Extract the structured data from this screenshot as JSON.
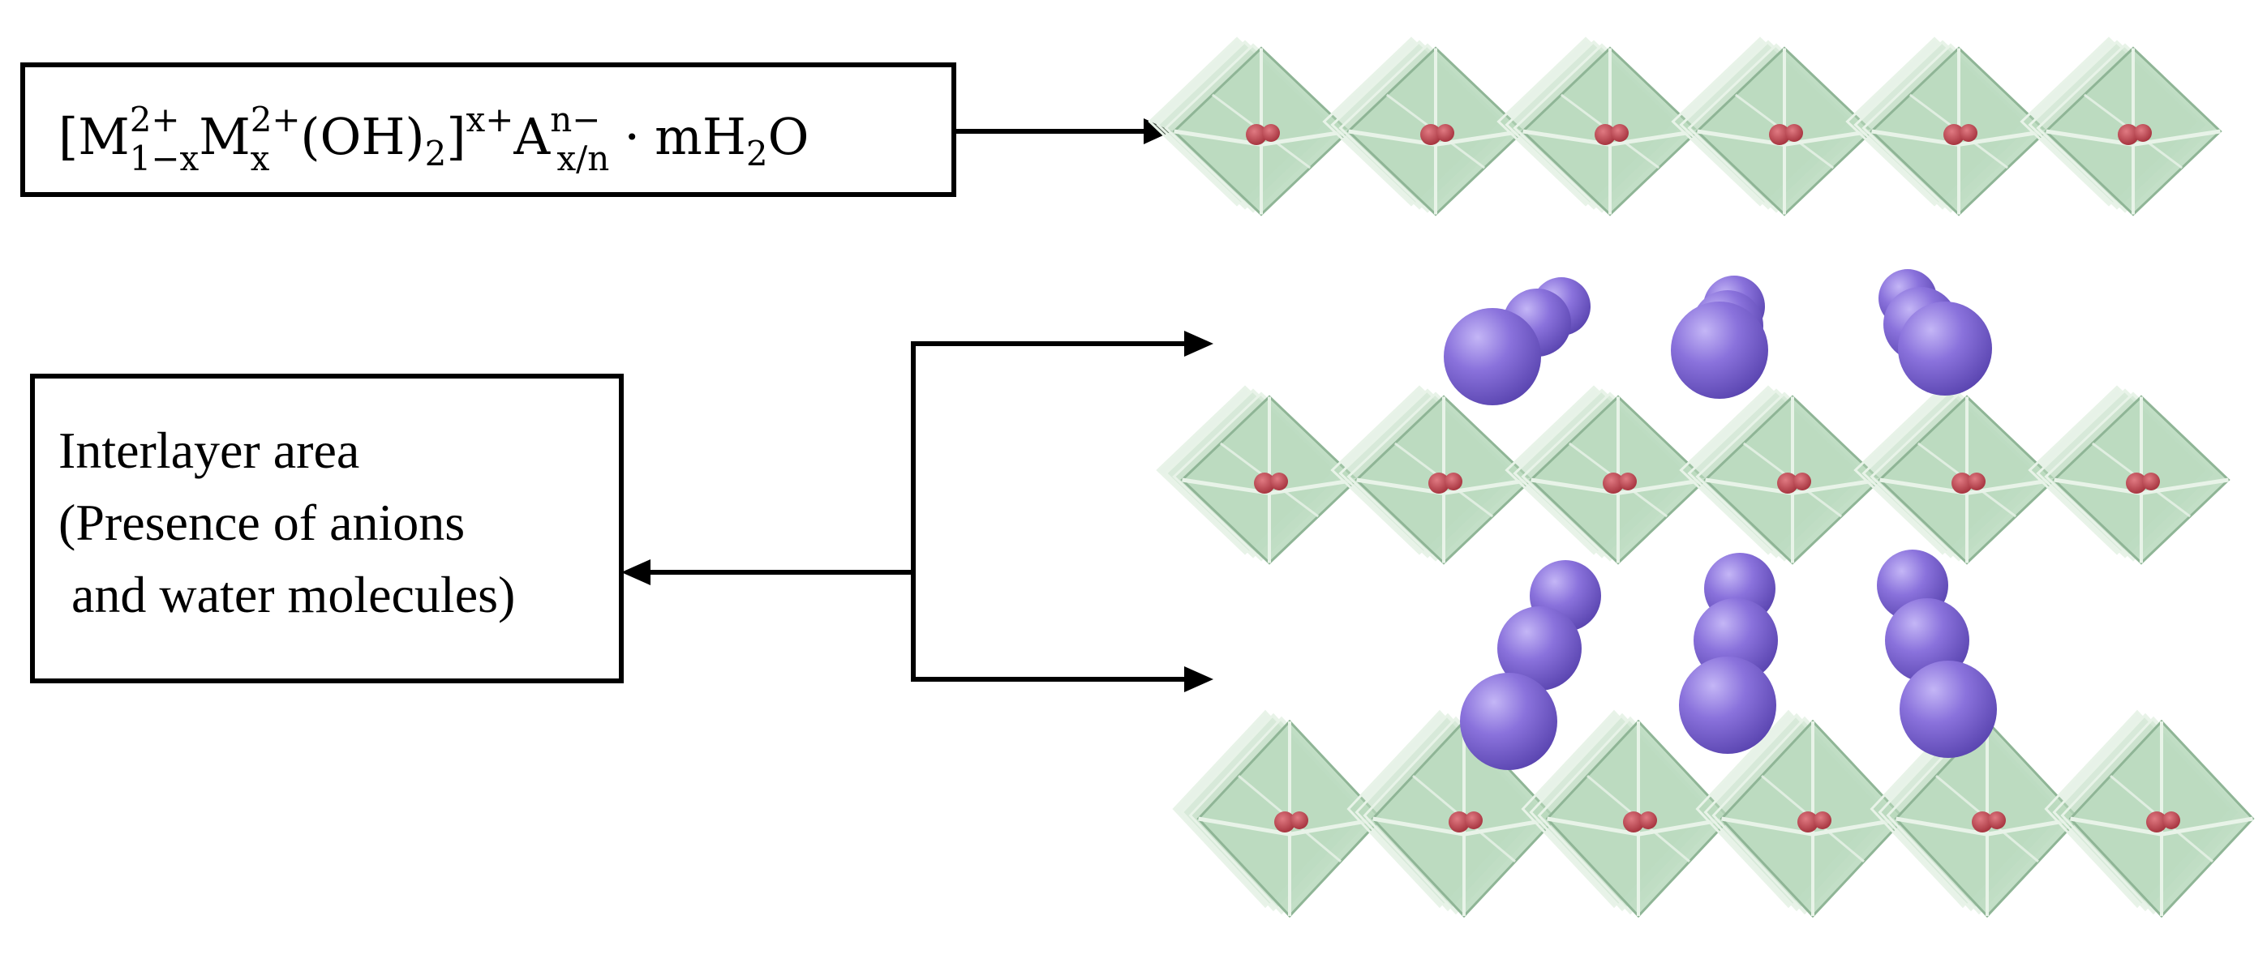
{
  "formula": {
    "open_bracket": "[",
    "m1": "M",
    "m1_sup": "2+",
    "m1_sub": "1−x",
    "m2": "M",
    "m2_sup": "2+",
    "m2_sub": "x",
    "oh": "(OH)",
    "oh_sub": "2",
    "close_bracket": "]",
    "charge_sup": "x+",
    "anion": "A",
    "anion_sup": "n−",
    "anion_sub": "x/n",
    "dot": "·",
    "water_pre": "mH",
    "water_sub": "2",
    "water_post": "O"
  },
  "interlayer_box": {
    "lines": [
      "Interlayer area",
      "(Presence of anions",
      " and water molecules)"
    ]
  },
  "colors": {
    "octahedron_fill": "#b9d9bd",
    "octahedron_edge": "#e8f3e8",
    "octahedron_shade": "#8fb596",
    "metal_center": "#b8404a",
    "anion_sphere": "#7f66d6",
    "anion_highlight": "#b9a8f2",
    "line": "#000000"
  }
}
